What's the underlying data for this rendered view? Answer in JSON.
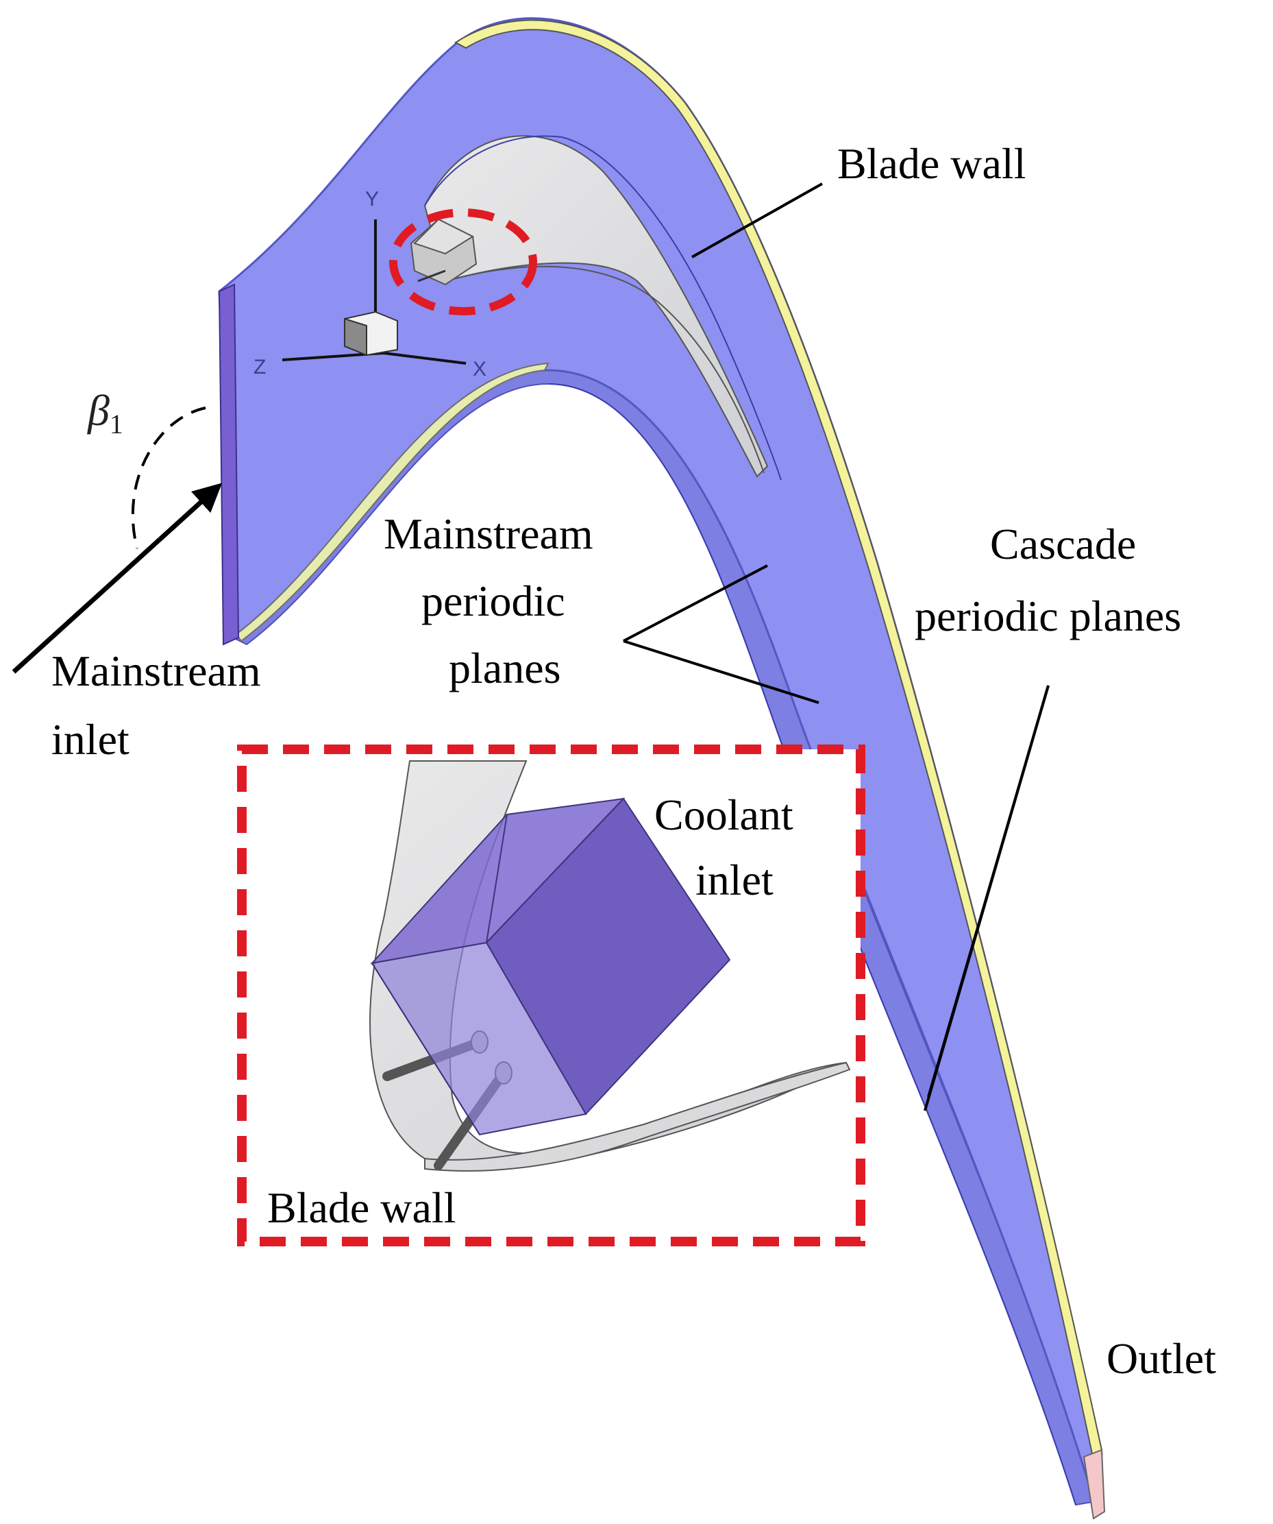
{
  "labels": {
    "blade_wall_top": "Blade wall",
    "mainstream_periodic": [
      "Mainstream",
      "periodic",
      "planes"
    ],
    "cascade_periodic": [
      "Cascade",
      "periodic planes"
    ],
    "mainstream_inlet": [
      "Mainstream",
      "inlet"
    ],
    "coolant_inlet": [
      "Coolant",
      "inlet"
    ],
    "blade_wall_inset": "Blade wall",
    "outlet": "Outlet",
    "beta_symbol": "β",
    "beta_subscript": "1"
  },
  "axes": {
    "y": "Y",
    "z": "Z",
    "x": "X"
  },
  "colors": {
    "periodic_plane": "#8c8df0",
    "periodic_edge": "#6f70d8",
    "inlet_face": "#7a63d4",
    "blade_wall_strip": "#f3f29a",
    "outlet_face": "#f3c6c8",
    "highlight": "#e01b24",
    "coolant_box_light": "#8c7fd8",
    "coolant_box_dark": "#5b46b8"
  }
}
